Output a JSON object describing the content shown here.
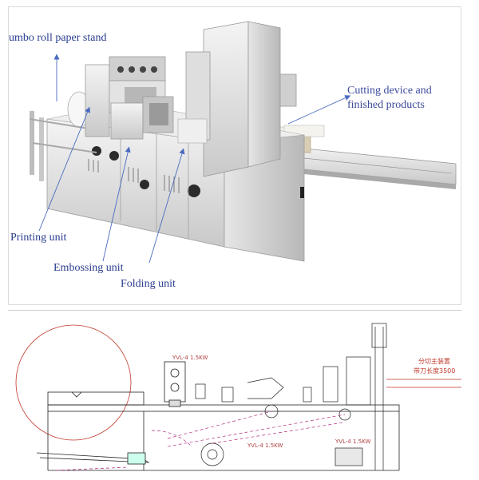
{
  "photo": {
    "labels": {
      "jumbo_roll": "umbo roll paper stand",
      "cutting": [
        "Cutting device and",
        "finished products"
      ],
      "printing": "Printing unit",
      "embossing": "Embossing unit",
      "folding": "Folding unit"
    }
  },
  "drawing": {
    "motor_tag_1": "YVL-4 1.5KW",
    "motor_tag_2": "YVL-4 1.5KW",
    "motor_tag_3": "YVL-4 1.5KW",
    "note_cn_1": "分切主装置",
    "note_cn_2": "带刀长度3500"
  },
  "colors": {
    "label_blue": "#2a3d8f",
    "arrow_blue": "#4a6bbf",
    "cad_red": "#c0392b",
    "cad_magenta": "#b03080"
  }
}
